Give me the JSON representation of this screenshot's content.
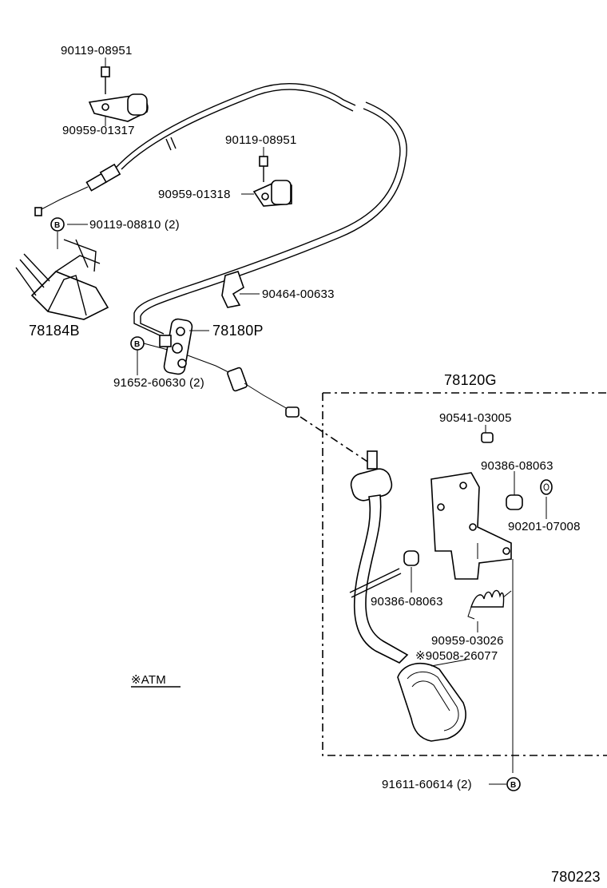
{
  "labels": {
    "bolt_top": "90119-08951",
    "clamp_top": "90959-01317",
    "bolt_mid": "90119-08951",
    "clamp_mid": "90959-01318",
    "bolt_b_top": "90119-08810 (2)",
    "bracket": "78184B",
    "cable_assy": "78180P",
    "clip": "90464-00633",
    "bolt_b_mid": "91652-60630 (2)",
    "pedal_assy": "78120G",
    "bushing_top": "90541-03005",
    "collar_a": "90386-08063",
    "washer": "90201-07008",
    "collar_b": "90386-08063",
    "spring": "90959-03026",
    "pad": "※90508-26077",
    "bolt_b_bottom": "91611-60614 (2)",
    "atm_note": "※ATM",
    "page_code": "780223"
  },
  "symbols": {
    "circle_b": "B"
  },
  "icons": [
    "bolt-icon",
    "clamp-icon",
    "cable-icon",
    "bracket-icon",
    "pedal-icon",
    "spring-icon",
    "clip-icon"
  ]
}
